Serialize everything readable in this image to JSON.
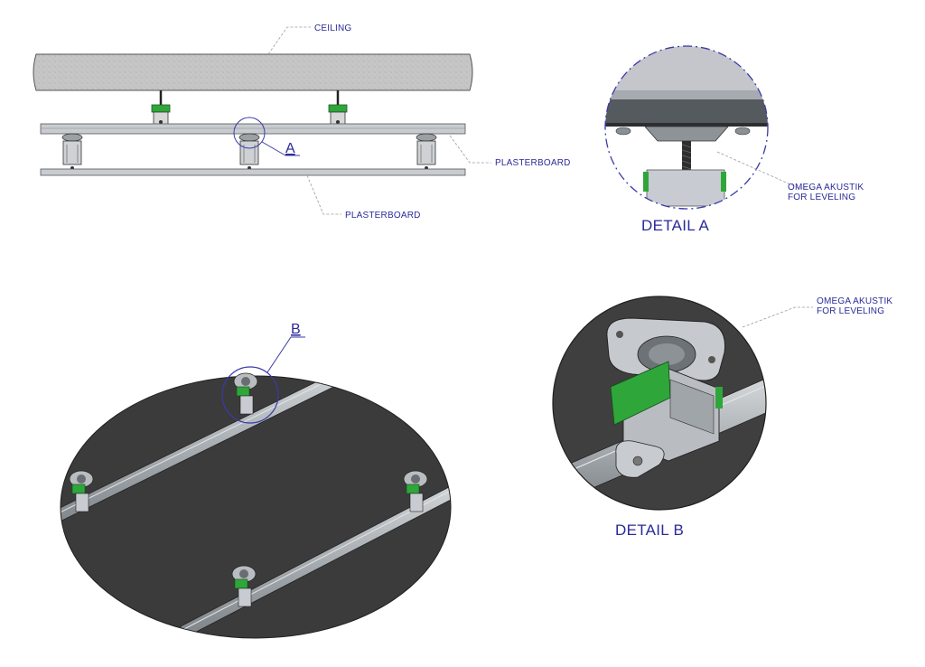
{
  "labels": {
    "ceiling": "CEILING",
    "plasterboard_top": "PLASTERBOARD",
    "plasterboard_bottom": "PLASTERBOARD",
    "callout_a": "A",
    "callout_b": "B",
    "omega_a_line1": "OMEGA AKUSTIK",
    "omega_a_line2": "FOR LEVELING",
    "omega_b_line1": "OMEGA AKUSTIK",
    "omega_b_line2": "FOR LEVELING",
    "detail_a": "DETAIL A",
    "detail_b": "DETAIL B"
  },
  "colors": {
    "label_text": "#2a2a9a",
    "leader_line": "#9a9aa8",
    "callout_circle": "#3a3aa8",
    "ceiling_fill": "#c4c4c4",
    "channel_fill": "#b8bcc0",
    "accent_green": "#2fa63a",
    "board_dark": "#3b3b3b"
  },
  "icons": {
    "hanger_clip": "omega-akustik-hanger-icon",
    "threaded_rod": "threaded-rod-icon"
  }
}
